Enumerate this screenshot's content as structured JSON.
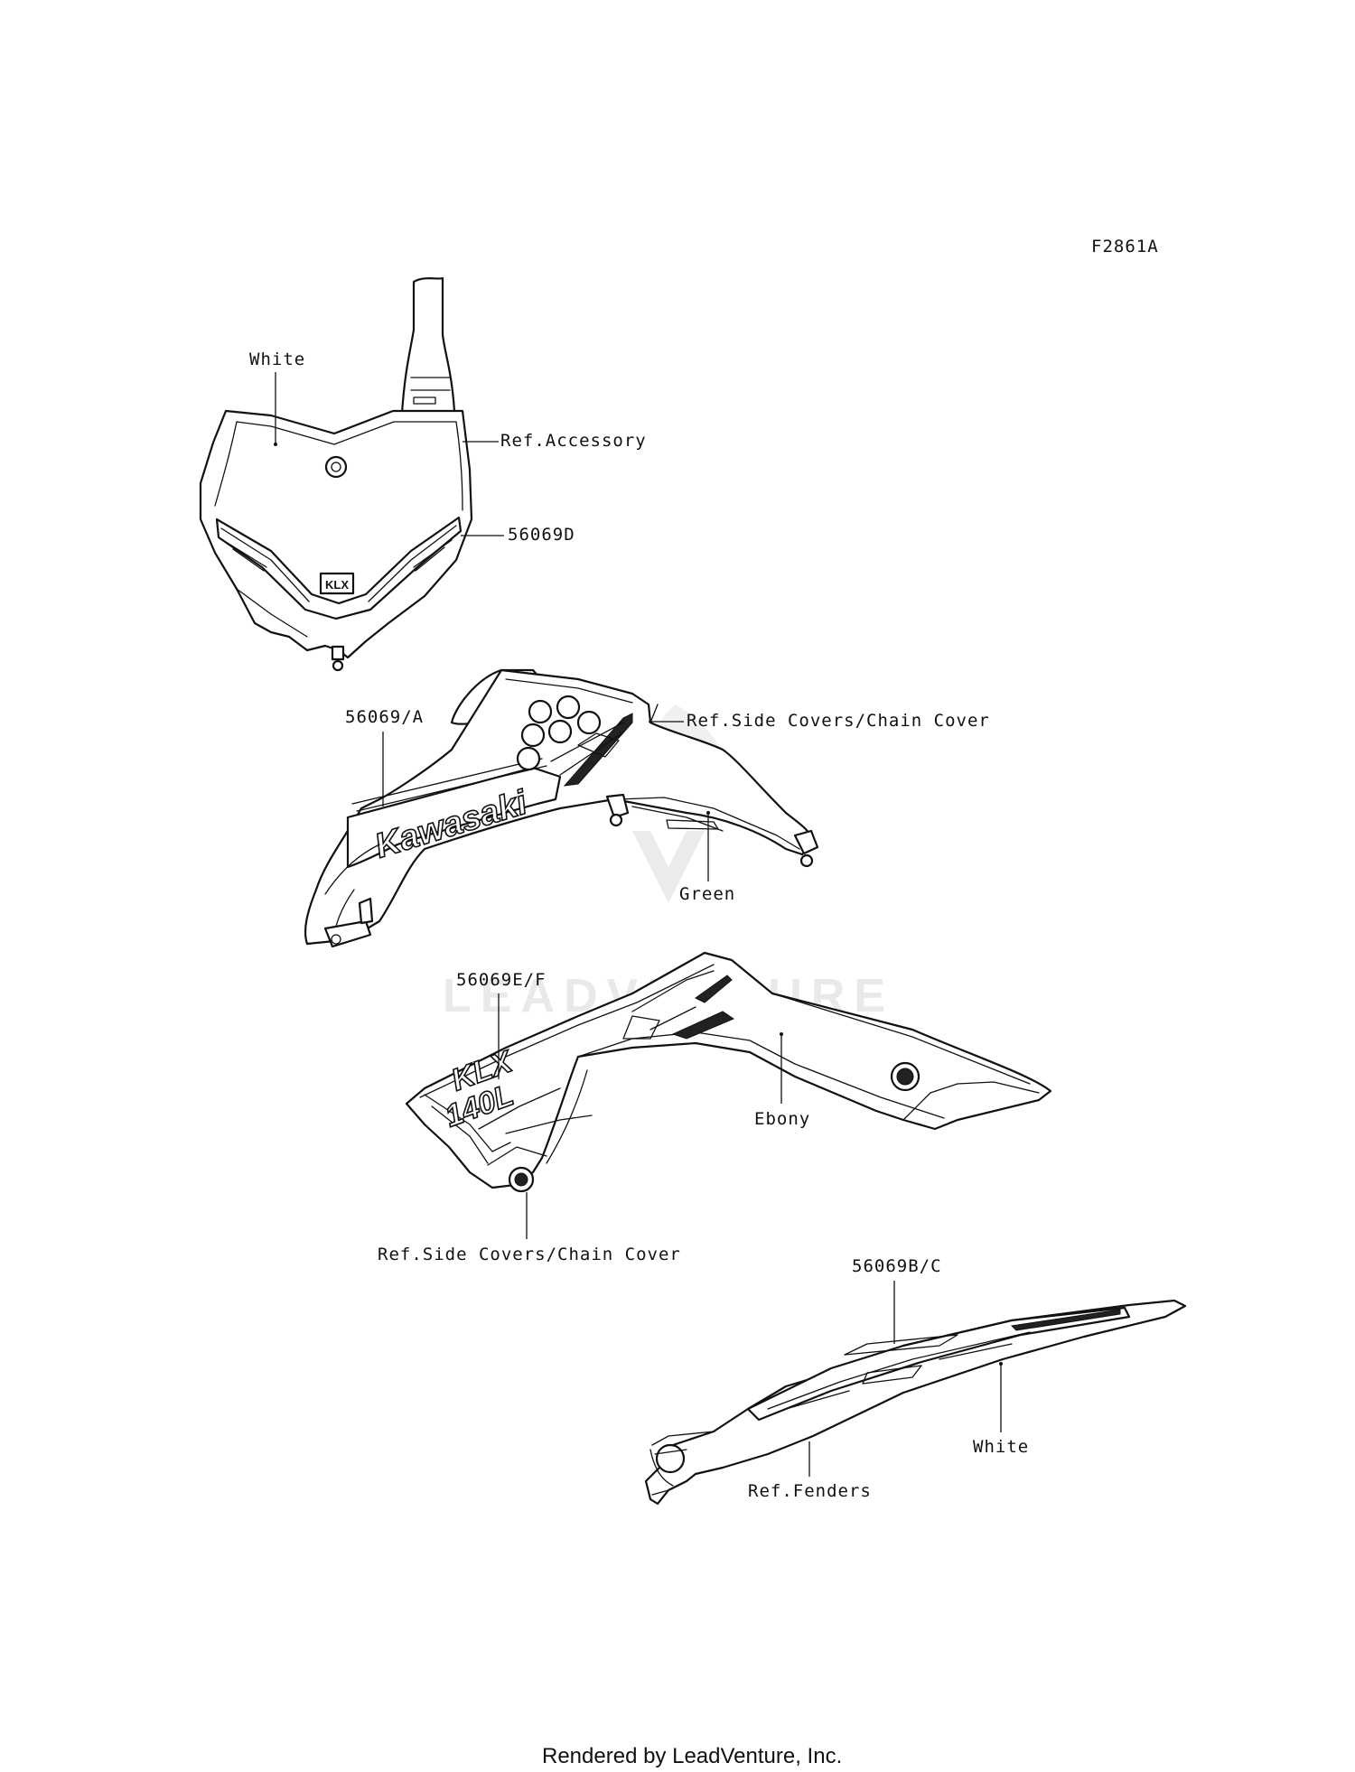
{
  "diagram_id": "F2861A",
  "watermark": "LEADVENTURE",
  "footer": "Rendered by LeadVenture, Inc.",
  "decal_text": {
    "tank_logo": "Kawasaki",
    "shroud_model_top": "KLX",
    "shroud_model_bottom": "140L",
    "number_plate_badge": "KLX"
  },
  "callouts": {
    "number_plate_color": "White",
    "number_plate_ref": "Ref.Accessory",
    "number_plate_part": "56069D",
    "tank_part": "56069/A",
    "tank_ref": "Ref.Side Covers/Chain Cover",
    "tank_color": "Green",
    "shroud_part": "56069E/F",
    "shroud_color": "Ebony",
    "shroud_ref": "Ref.Side Covers/Chain Cover",
    "fender_part": "56069B/C",
    "fender_color": "White",
    "fender_ref": "Ref.Fenders"
  }
}
